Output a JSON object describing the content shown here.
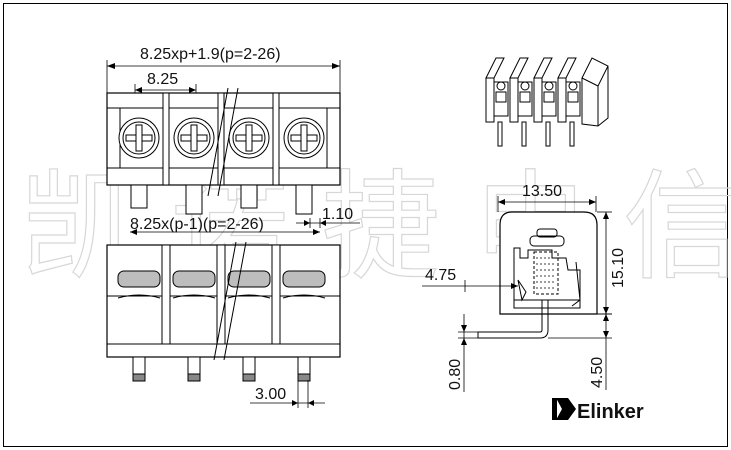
{
  "top_view": {
    "overall_dim": "8.25xp+1.9(p=2-26)",
    "pitch_dim": "8.25",
    "pin_row_dim": "8.25x(p-1)(p=2-26)",
    "pin_offset_dim": "1.10"
  },
  "front_view": {
    "pin_width_dim": "3.00"
  },
  "side_view": {
    "depth_dim": "13.50",
    "height_dim": "15.10",
    "screw_offset_dim": "4.75",
    "pin_thickness_dim": "0.80",
    "pin_length_dim": "4.50"
  },
  "watermark": "凯 诺 捷 电 信",
  "brand": {
    "name": "Elinker",
    "logo_icon": "elinker-logo-icon"
  }
}
